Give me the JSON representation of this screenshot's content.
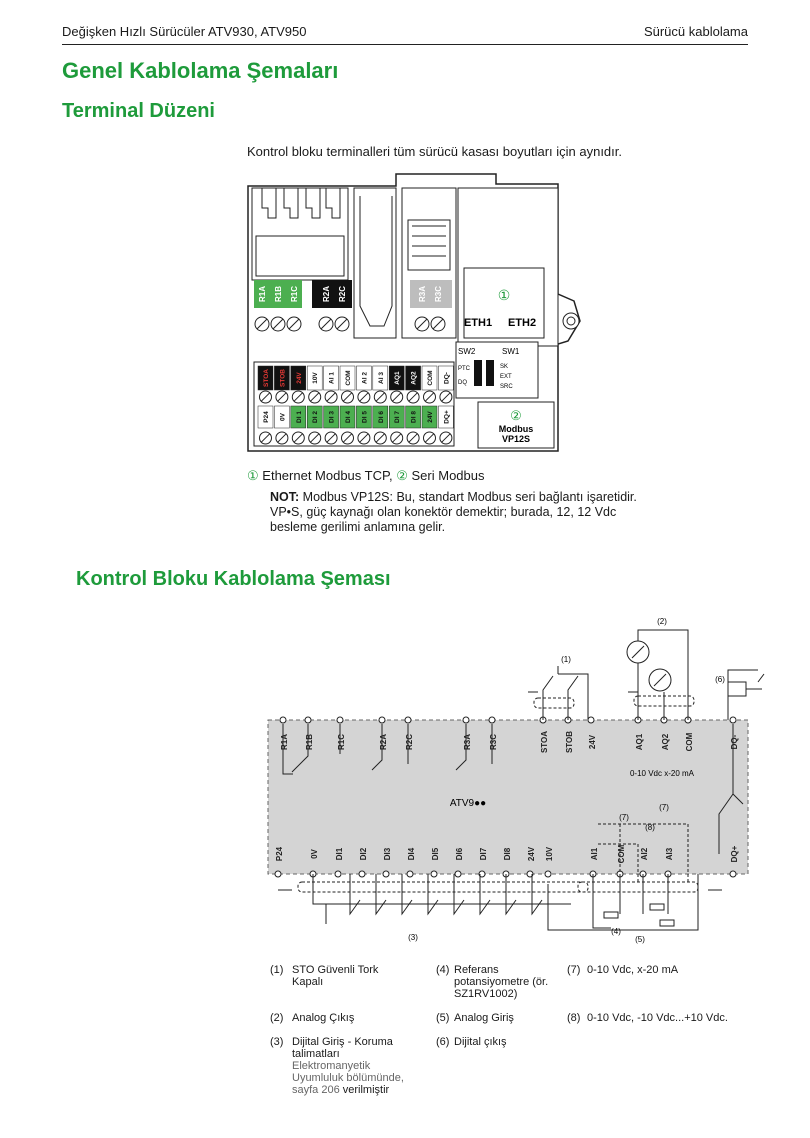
{
  "header": {
    "left": "Değişken Hızlı Sürücüler ATV930, ATV950",
    "right": "Sürücü kablolama"
  },
  "title": "Genel Kablolama Şemaları",
  "section1": {
    "title": "Terminal Düzeni",
    "intro": "Kontrol bloku terminalleri tüm sürücü kasası boyutları için aynıdır.",
    "caption_1": "Ethernet Modbus TCP,",
    "caption_2": "Seri Modbus",
    "note_label": "NOT:",
    "note_text": "Modbus VP12S: Bu, standart Modbus seri bağlantı işaretidir. VP•S, güç kaynağı olan konektör demektir; burada, 12, 12 Vdc besleme gerilimi anlamına gelir."
  },
  "terminal_diagram": {
    "relay_labels": [
      "R1A",
      "R1B",
      "R1C",
      "R2A",
      "R2C",
      "R3A",
      "R3C"
    ],
    "upper_row": [
      "STOA",
      "STOB",
      "24V",
      "10V",
      "AI 1",
      "COM",
      "AI 2",
      "AI 3",
      "AQ1",
      "AQ2",
      "COM",
      "DQ-"
    ],
    "lower_row": [
      "P24",
      "0V",
      "DI 1",
      "DI 2",
      "DI 3",
      "DI 4",
      "DI 5",
      "DI 6",
      "DI 7",
      "DI 8",
      "24V",
      "DQ+"
    ],
    "eth_labels": [
      "ETH1",
      "ETH2"
    ],
    "switch_labels": [
      "SW2",
      "SW1",
      "PTC",
      "DQ",
      "SK",
      "EXT",
      "SRC"
    ],
    "marker_1": "①",
    "marker_2": "②",
    "modbus_label_1": "Modbus",
    "modbus_label_2": "VP12S"
  },
  "section2": {
    "title": "Kontrol Bloku Kablolama Şeması"
  },
  "wiring_diagram": {
    "drive_label": "ATV9●●",
    "top_terminals": [
      "R1A",
      "R1B",
      "R1C",
      "R2A",
      "R2C",
      "R3A",
      "R3C",
      "STOA",
      "STOB",
      "24V",
      "AQ1",
      "AQ2",
      "COM",
      "DQ-"
    ],
    "bottom_terminals": [
      "P24",
      "0V",
      "DI1",
      "DI2",
      "DI3",
      "DI4",
      "DI5",
      "DI6",
      "DI7",
      "DI8",
      "24V",
      "10V",
      "AI1",
      "COM",
      "AI2",
      "AI3",
      "DQ+"
    ],
    "analog_out_range": "0-10 Vdc x-20 mA",
    "callouts": [
      "(1)",
      "(2)",
      "(3)",
      "(4)",
      "(5)",
      "(6)",
      "(7)",
      "(7)",
      "(8)"
    ]
  },
  "legend": [
    {
      "num": "(1)",
      "text": "STO Güvenli Tork Kapalı"
    },
    {
      "num": "(2)",
      "text": "Analog Çıkış"
    },
    {
      "num": "(3)",
      "text": "Dijital Giriş - Koruma talimatları",
      "sub": "Elektromanyetik Uyumluluk bölümünde, sayfa 206",
      "tail": "verilmiştir"
    },
    {
      "num": "(4)",
      "text": "Referans potansiyometre (ör. SZ1RV1002)"
    },
    {
      "num": "(5)",
      "text": "Analog Giriş"
    },
    {
      "num": "(6)",
      "text": "Dijital çıkış"
    },
    {
      "num": "(7)",
      "text": "0-10 Vdc, x-20 mA"
    },
    {
      "num": "(8)",
      "text": "0-10 Vdc, -10 Vdc...+10 Vdc."
    }
  ]
}
